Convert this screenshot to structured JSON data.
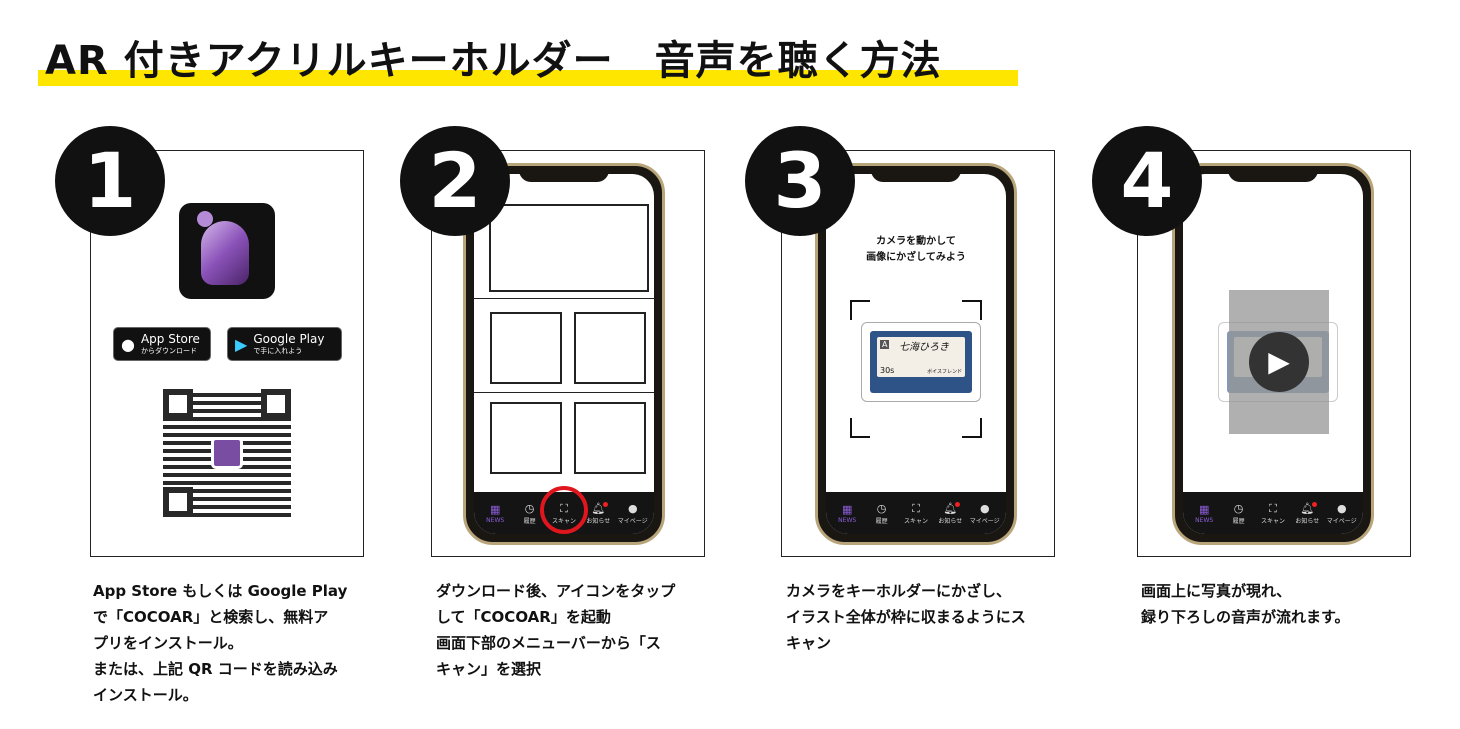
{
  "title": "AR 付きアクリルキーホルダー　音声を聴く方法",
  "accent_color": "#ffe600",
  "steps": [
    {
      "number": "1",
      "description": [
        "App Store もしくは Google Play",
        "で「COCOAR」と検索し、無料ア",
        "プリをインストール。",
        "または、上記 QR コードを読み込み",
        "インストール。"
      ]
    },
    {
      "number": "2",
      "description": [
        "ダウンロード後、アイコンをタップ",
        "して「COCOAR」を起動",
        "画面下部のメニューバーから「ス",
        "キャン」を選択"
      ]
    },
    {
      "number": "3",
      "description": [
        "カメラをキーホルダーにかざし、",
        "イラスト全体が枠に収まるようにス",
        "キャン"
      ]
    },
    {
      "number": "4",
      "description": [
        "画面上に写真が現れ、",
        "録り下ろしの音声が流れます。"
      ]
    }
  ],
  "store_badges": {
    "app_store": {
      "title": "App Store",
      "subtitle": "からダウンロード"
    },
    "google_play": {
      "title": "Google Play",
      "subtitle": "で手に入れよう"
    }
  },
  "nav": [
    {
      "label": "NEWS",
      "icon": "grid-icon"
    },
    {
      "label": "履歴",
      "icon": "history-icon"
    },
    {
      "label": "スキャン",
      "icon": "scan-icon"
    },
    {
      "label": "お知らせ",
      "icon": "bell-icon"
    },
    {
      "label": "マイページ",
      "icon": "user-icon"
    }
  ],
  "scan_prompt": [
    "カメラを動かして",
    "画像にかざしてみよう"
  ],
  "cassette": {
    "side": "A",
    "name": "七海ひろき",
    "length": "30s",
    "brand": "ボイスフレンド"
  }
}
